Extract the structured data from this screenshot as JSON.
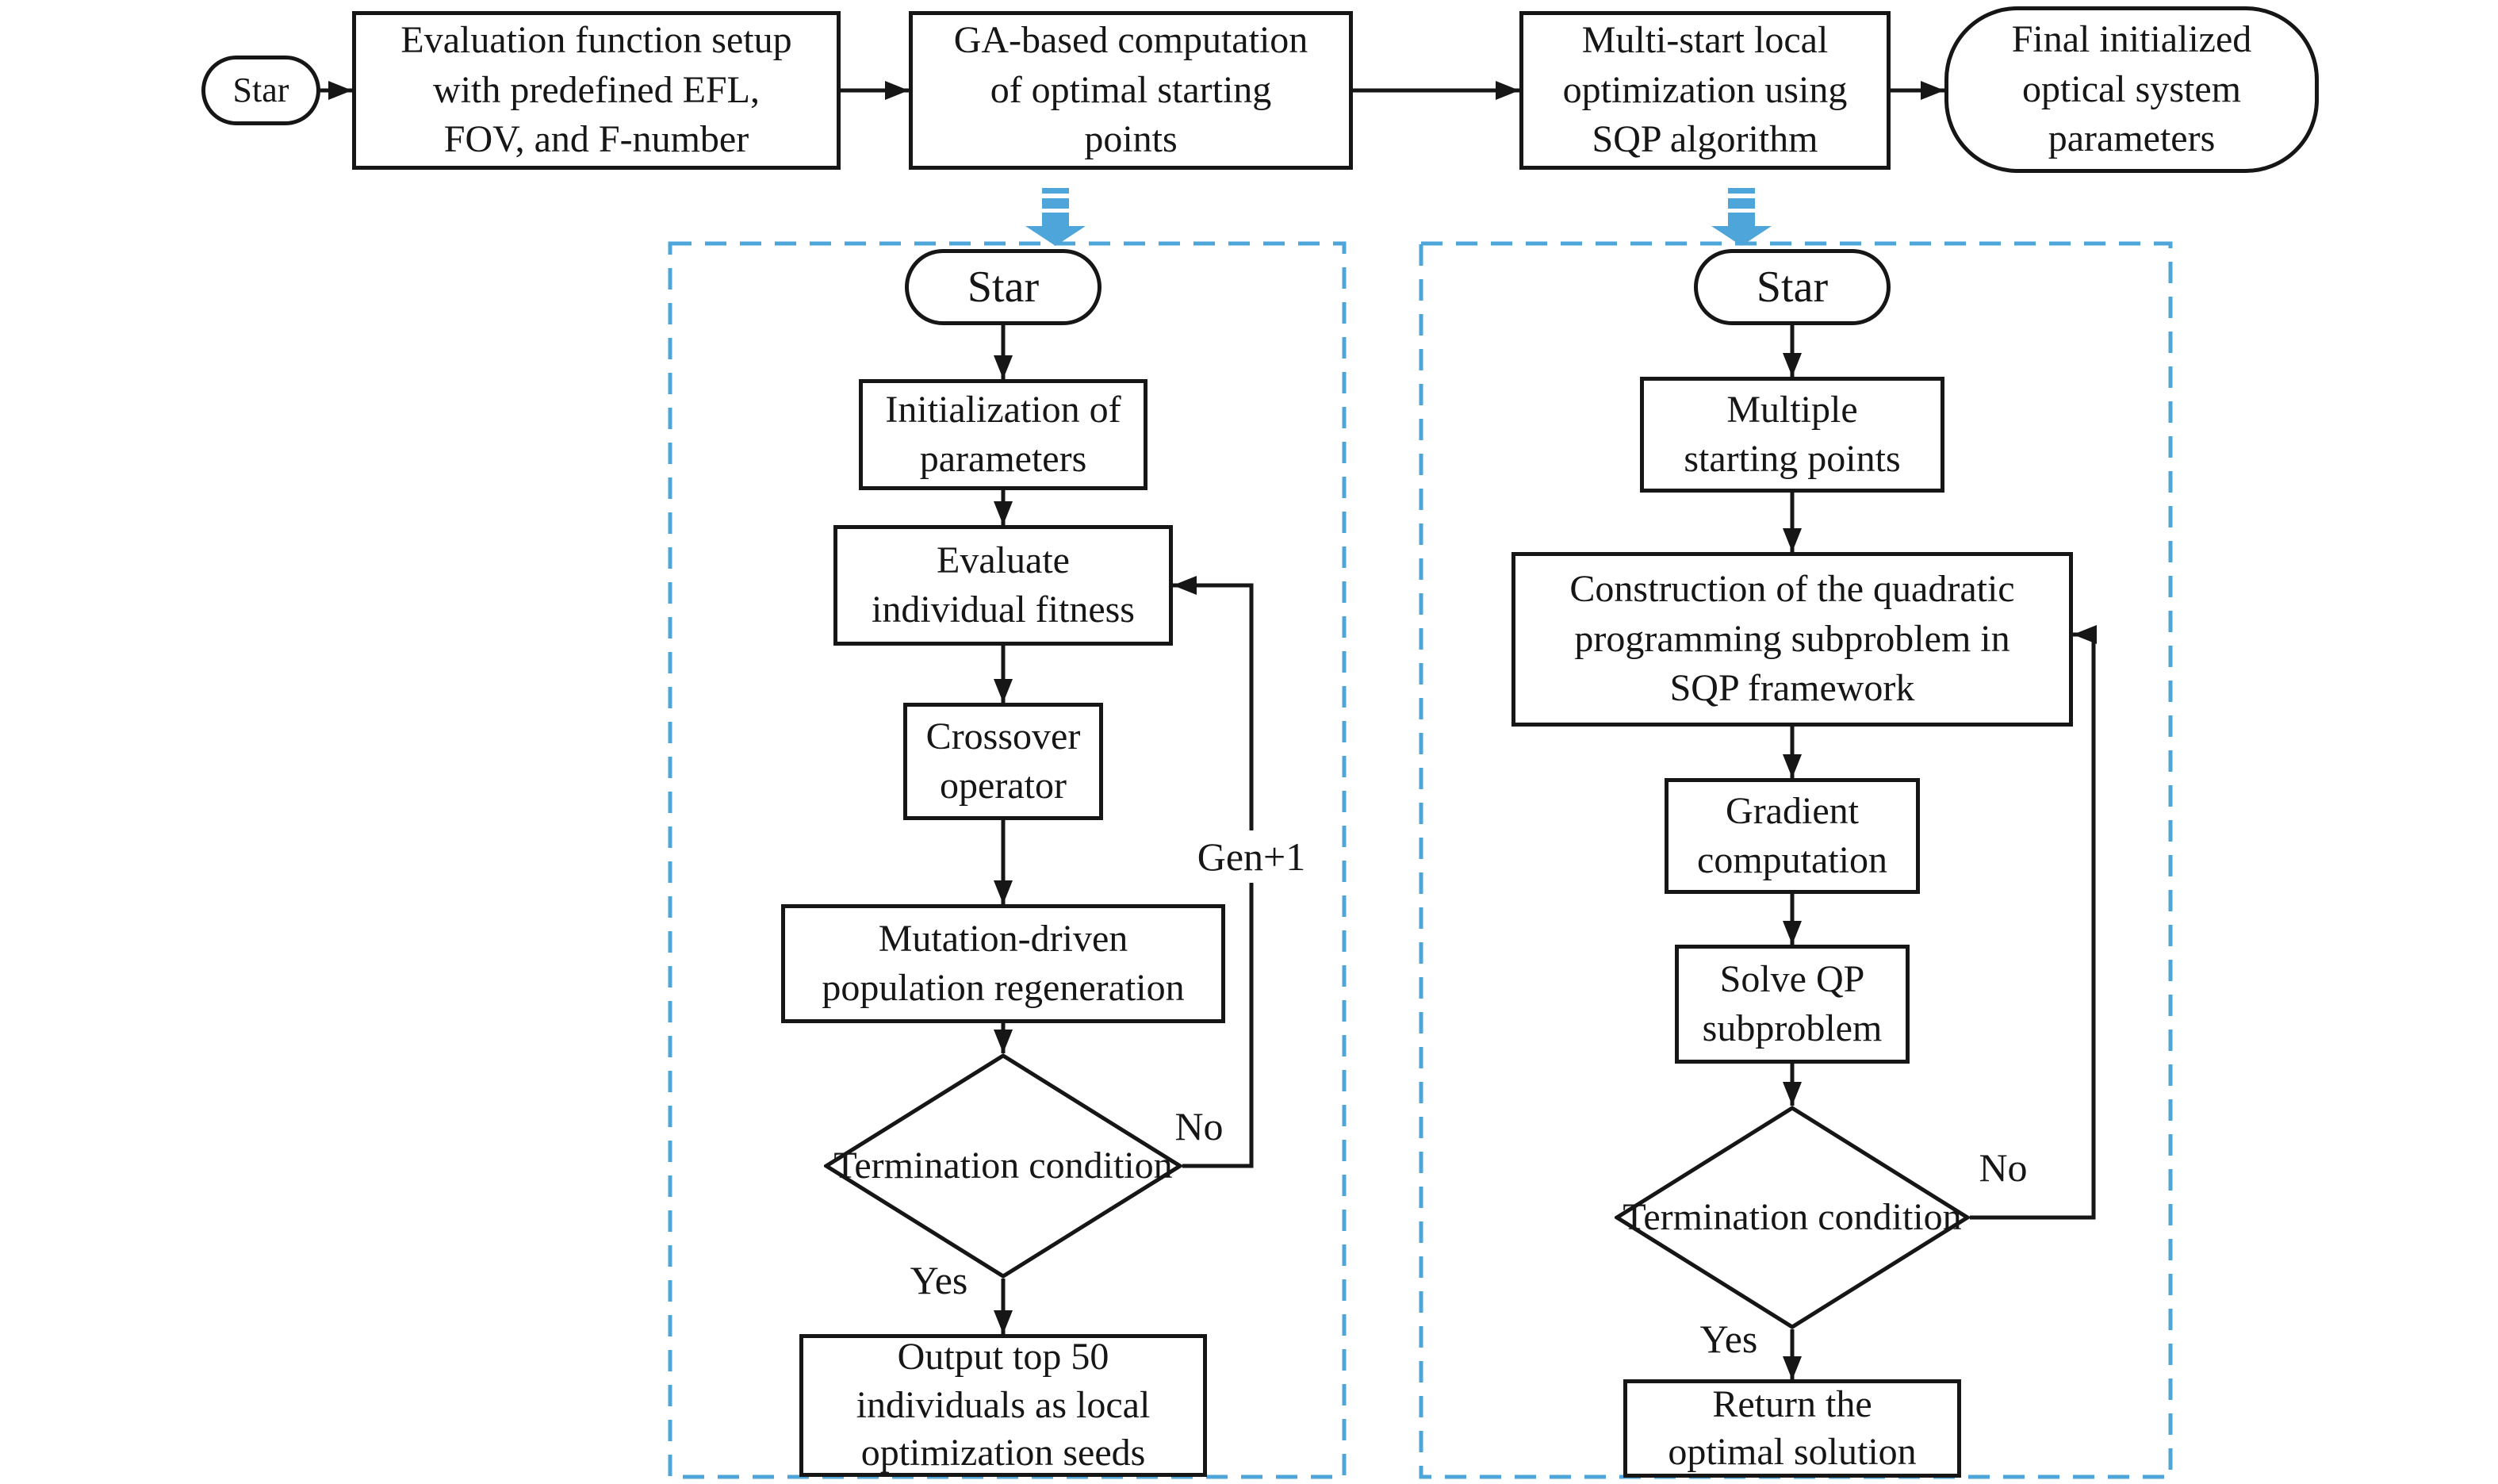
{
  "colors": {
    "accent_blue": "#4ea5d9",
    "line_black": "#161616",
    "background": "#ffffff"
  },
  "top_flow": {
    "start": {
      "label": "Star"
    },
    "eval_setup": {
      "lines": [
        "Evaluation function setup",
        "with predefined EFL,",
        "FOV, and F-number"
      ]
    },
    "ga": {
      "lines": [
        "GA-based computation",
        "of optimal starting",
        "points"
      ]
    },
    "sqp": {
      "lines": [
        "Multi-start local",
        "optimization using",
        "SQP algorithm"
      ]
    },
    "end": {
      "lines": [
        "Final initialized",
        "optical system",
        "parameters"
      ]
    }
  },
  "ga_panel": {
    "start_label": "Star",
    "init": {
      "lines": [
        "Initialization of",
        "parameters"
      ]
    },
    "evaluate": {
      "lines": [
        "Evaluate",
        "individual fitness"
      ]
    },
    "crossover": {
      "lines": [
        "Crossover",
        "operator"
      ]
    },
    "mutation": {
      "lines": [
        "Mutation-driven",
        "population regeneration"
      ]
    },
    "decision": {
      "lines": [
        "Termination",
        "condition"
      ]
    },
    "output": {
      "lines": [
        "Output top 50",
        "individuals as local",
        "optimization seeds"
      ]
    },
    "labels": {
      "no": "No",
      "yes": "Yes",
      "loop": "Gen+1"
    }
  },
  "sqp_panel": {
    "start_label": "Star",
    "multiple": {
      "lines": [
        "Multiple",
        "starting points"
      ]
    },
    "construction": {
      "lines": [
        "Construction of the quadratic",
        "programming subproblem in",
        "SQP framework"
      ]
    },
    "gradient": {
      "lines": [
        "Gradient",
        "computation"
      ]
    },
    "solve_qp": {
      "lines": [
        "Solve QP",
        "subproblem"
      ]
    },
    "decision": {
      "lines": [
        "Termination",
        "condition"
      ]
    },
    "return": {
      "lines": [
        "Return the",
        "optimal solution"
      ]
    },
    "labels": {
      "no": "No",
      "yes": "Yes"
    }
  }
}
